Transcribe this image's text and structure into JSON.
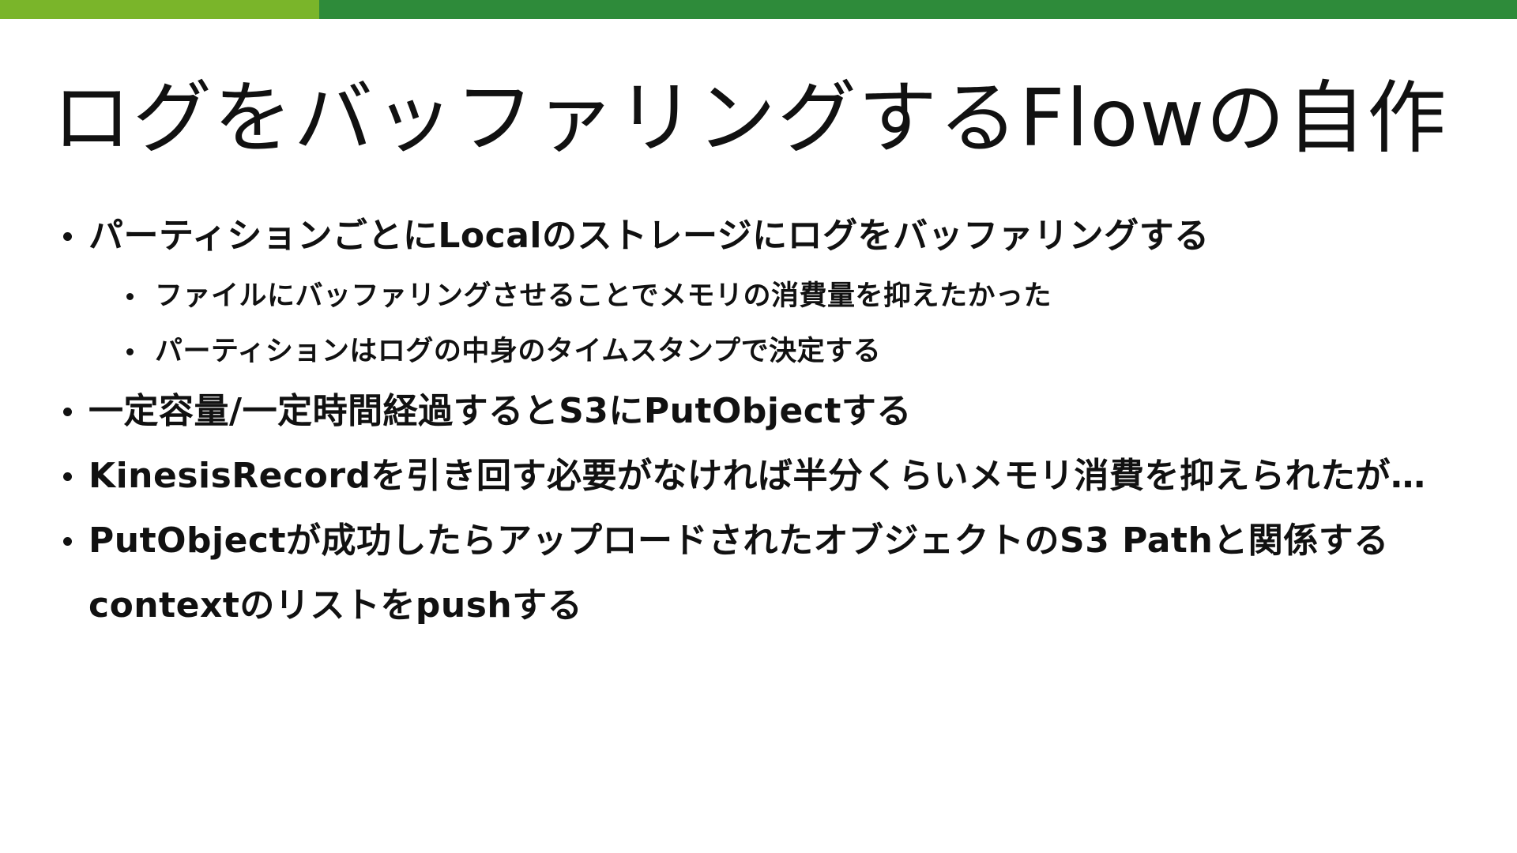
{
  "colors": {
    "accent_bar": "#7ab52a",
    "main_bar": "#2e8b3a",
    "text": "#111111",
    "background": "#ffffff"
  },
  "slide": {
    "title": "ログをバッファリングするFlowの自作",
    "bullets": [
      {
        "text": "パーティションごとにLocalのストレージにログをバッファリングする",
        "sub": [
          "ファイルにバッファリングさせることでメモリの消費量を抑えたかった",
          "パーティションはログの中身のタイムスタンプで決定する"
        ]
      },
      {
        "text": "一定容量/一定時間経過するとS3にPutObjectする"
      },
      {
        "text": "KinesisRecordを引き回す必要がなければ半分くらいメモリ消費を抑えられたが…"
      },
      {
        "text": "PutObjectが成功したらアップロードされたオブジェクトのS3 Pathと関係するcontextのリストをpushする"
      }
    ]
  }
}
